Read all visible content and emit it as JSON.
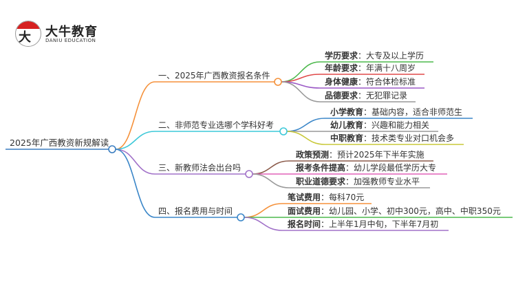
{
  "logo": {
    "name": "大牛教育",
    "subtitle": "DANIU EDUCATION",
    "mark": "大牛"
  },
  "root": {
    "label": "2025年广西教资新规解读",
    "color": "#3a7dc0"
  },
  "branches": [
    {
      "label": "一、2025年广西教资报名条件",
      "color": "#f5913a",
      "children": [
        {
          "key": "学历要求",
          "value": "大专及以上学历",
          "color": "#4cb84c"
        },
        {
          "key": "年龄要求",
          "value": "年满十八周岁",
          "color": "#e04848"
        },
        {
          "key": "身体健康",
          "value": "符合体检标准",
          "color": "#9b59c6"
        },
        {
          "key": "品德要求",
          "value": "无犯罪记录",
          "color": "#999999"
        }
      ]
    },
    {
      "label": "二、非师范专业选哪个学科好考",
      "color": "#3cc8d8",
      "children": [
        {
          "key": "小学教育",
          "value": "基础内容，适合非师范生",
          "color": "#3a86c8"
        },
        {
          "key": "幼儿教育",
          "value": "兴趣和能力相关",
          "color": "#999999"
        },
        {
          "key": "中职教育",
          "value": "技术类专业对口机会多",
          "color": "#c8c838"
        }
      ]
    },
    {
      "label": "三、新教师法会出台吗",
      "color": "#a070c8",
      "children": [
        {
          "key": "政策预测",
          "value": "预计2025年下半年实施",
          "color": "#8b5a4a"
        },
        {
          "key": "报考条件提高",
          "value": "幼儿学段最低学历大专",
          "color": "#e060b8"
        },
        {
          "key": "职业道德要求",
          "value": "加强教师专业水平",
          "color": "#999999"
        }
      ]
    },
    {
      "label": "四、报名费用与时间",
      "color": "#3a86c8",
      "children": [
        {
          "key": "笔试费用",
          "value": "每科70元",
          "color": "#f5913a"
        },
        {
          "key": "面试费用",
          "value": "幼儿园、小学、初中300元，高中、中职350元",
          "color": "#4cb84c"
        },
        {
          "key": "报名时间",
          "value": "上半年1月中旬，下半年7月初",
          "color": "#a070c8"
        }
      ]
    }
  ]
}
